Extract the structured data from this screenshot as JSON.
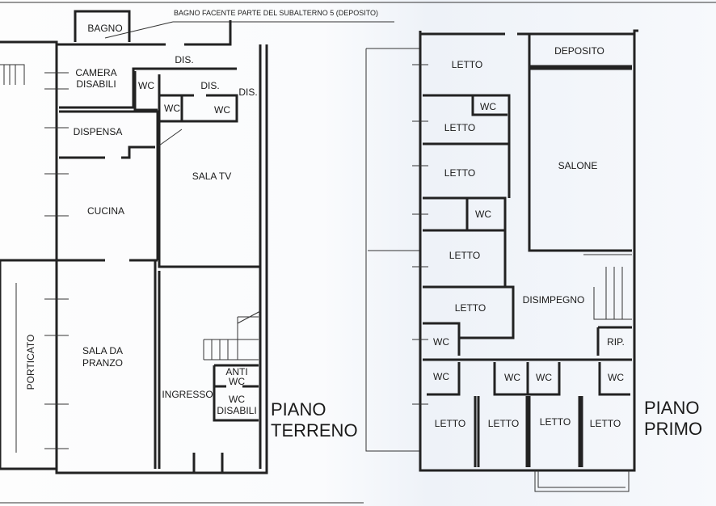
{
  "annotation": "BAGNO FACENTE PARTE DEL SUBALTERNO 5 (DEPOSITO)",
  "ground_floor": {
    "title_line1": "PIANO",
    "title_line2": "TERRENO",
    "rooms": {
      "bagno": "BAGNO",
      "dis_top": "DIS.",
      "camera_l1": "CAMERA",
      "camera_l2": "DISABILI",
      "wc1": "WC",
      "dis_mid": "DIS.",
      "dis_right": "DIS.",
      "wc2": "WC",
      "wc3": "WC",
      "dispensa": "DISPENSA",
      "sala_tv": "SALA TV",
      "cucina": "CUCINA",
      "porticato": "PORTICATO",
      "sala_pranzo_l1": "SALA DA",
      "sala_pranzo_l2": "PRANZO",
      "ingresso": "INGRESSO",
      "anti_wc_l1": "ANTI",
      "anti_wc_l2": "WC",
      "wc_dis_l1": "WC",
      "wc_dis_l2": "DISABILI"
    }
  },
  "first_floor": {
    "title_line1": "PIANO",
    "title_line2": "PRIMO",
    "rooms": {
      "letto1": "LETTO",
      "deposito": "DEPOSITO",
      "wc1": "WC",
      "letto2": "LETTO",
      "salone": "SALONE",
      "letto3": "LETTO",
      "wc2": "WC",
      "letto4": "LETTO",
      "letto5": "LETTO",
      "disimpegno": "DISIMPEGNO",
      "wc3": "WC",
      "rip": "RIP.",
      "wc4": "WC",
      "wc5": "WC",
      "wc6": "WC",
      "wc7": "WC",
      "letto6": "LETTO",
      "letto7": "LETTO",
      "letto8": "LETTO",
      "letto9": "LETTO"
    }
  }
}
